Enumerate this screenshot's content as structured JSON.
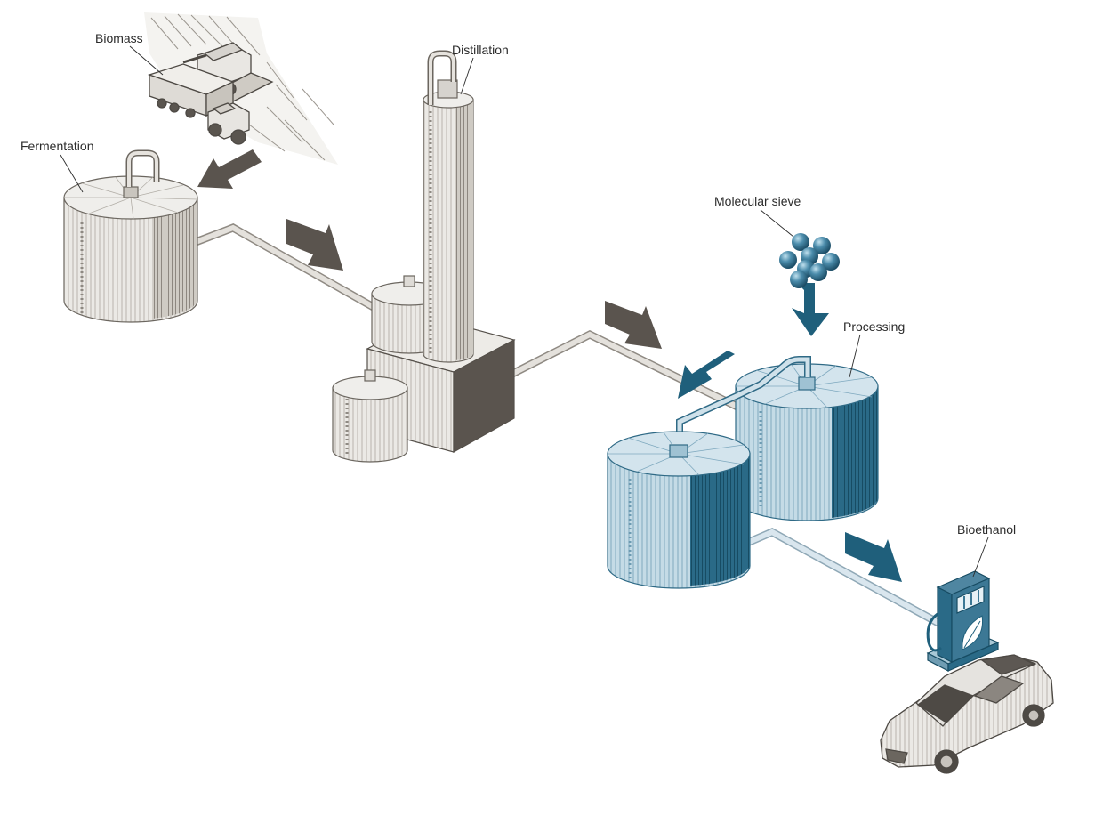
{
  "labels": {
    "biomass": "Biomass",
    "distillation": "Distillation",
    "fermentation": "Fermentation",
    "molecular_sieve": "Molecular sieve",
    "processing": "Processing",
    "bioethanol": "Bioethanol"
  },
  "colors": {
    "dark_arrow": "#5a544e",
    "blue_arrow": "#1f5f7b",
    "gray_tank": "#eceae6",
    "gray_tank_shade": "#d8d5cf",
    "blue_tank": "#b9d3e0",
    "blue_tank_shade": "#1f5b77",
    "pipe": "#d4d1cc",
    "sieve_ball": "#3f7f9c"
  },
  "icons": [
    "harvester-icon",
    "tractor-icon",
    "fuel-pump-icon",
    "leaf-icon",
    "car-icon"
  ]
}
